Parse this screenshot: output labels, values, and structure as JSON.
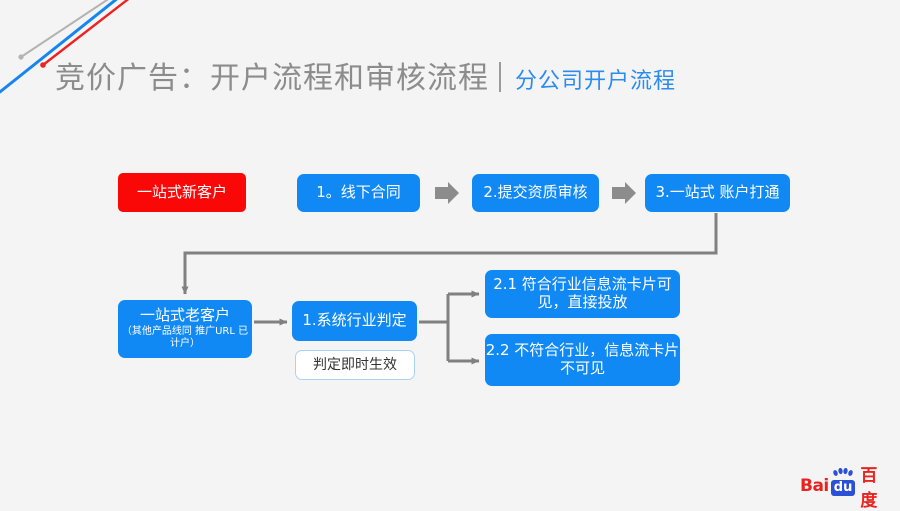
{
  "slide": {
    "background_color": "#f4f4f4",
    "title": {
      "main": "竞价广告：开户流程和审核流程",
      "divider": "|",
      "sub": "分公司开户流程",
      "main_color": "#8c8c8c",
      "sub_color": "#2b8cf0"
    },
    "decoration": {
      "gray_stroke_color": "#b3b3b3",
      "blue_stroke_color": "#1586f0",
      "red_stroke_color": "#ef2222"
    }
  },
  "flow": {
    "accent_blue": "#1189f4",
    "accent_red": "#fa0807",
    "connector_color": "#808080",
    "nodes": [
      {
        "id": "new-customer",
        "label": "一站式新客户",
        "sub": "",
        "style": "red"
      },
      {
        "id": "step1",
        "label": "1。线下合同",
        "sub": "",
        "style": "blue"
      },
      {
        "id": "step2",
        "label": "2.提交资质审核",
        "sub": "",
        "style": "blue"
      },
      {
        "id": "step3",
        "label": "3.一站式 账户打通",
        "sub": "",
        "style": "blue"
      },
      {
        "id": "old-customer",
        "label": "一站式老客户",
        "sub": "（其他产品线同 推广URL 已计户）",
        "style": "blue"
      },
      {
        "id": "judge",
        "label": "1.系统行业判定",
        "sub": "",
        "style": "blue"
      },
      {
        "id": "judge-note",
        "label": "判定即时生效",
        "sub": "",
        "style": "white"
      },
      {
        "id": "branch-a",
        "label": "2.1 符合行业信息流卡片可见，直接投放",
        "sub": "",
        "style": "blue"
      },
      {
        "id": "branch-b",
        "label": "2.2 不符合行业，信息流卡片不可见",
        "sub": "",
        "style": "blue"
      }
    ],
    "arrows": [
      {
        "id": "arrow-1-2",
        "icon": "block-arrow-right-icon"
      },
      {
        "id": "arrow-2-3",
        "icon": "block-arrow-right-icon"
      }
    ]
  },
  "footer": {
    "logo": {
      "bai": "Bai",
      "du": "du",
      "cn": "百度",
      "red": "#e8231f",
      "blue": "#2b50d6"
    }
  }
}
